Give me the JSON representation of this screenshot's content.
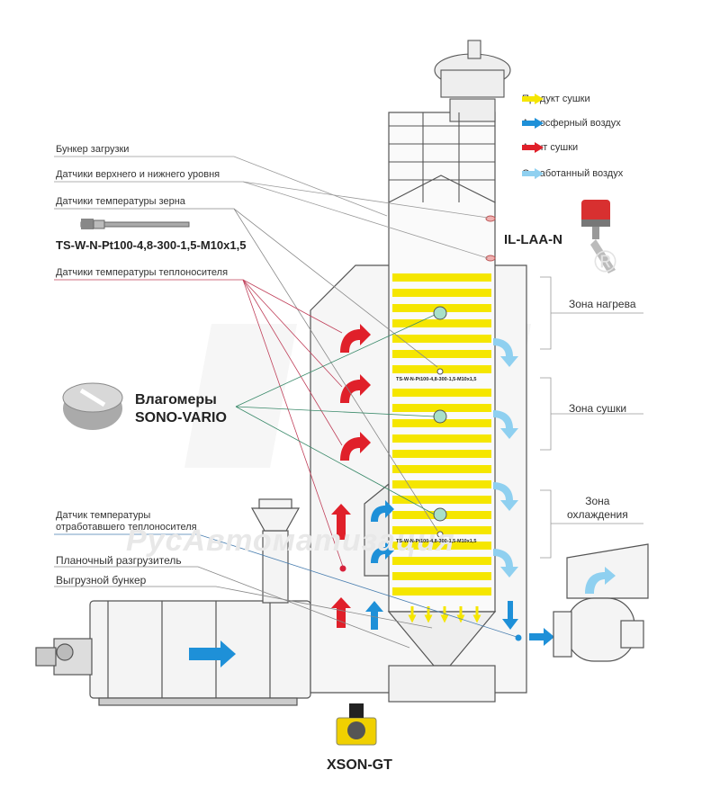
{
  "legend": [
    {
      "label": "Продукт сушки",
      "color": "#f5e600"
    },
    {
      "label": "Атмосферный воздух",
      "color": "#1e90d8"
    },
    {
      "label": "Агент сушки",
      "color": "#e0202a"
    },
    {
      "label": "Отработанный воздух",
      "color": "#8fd0f0"
    }
  ],
  "callouts": {
    "loading_bunker": "Бункер загрузки",
    "level_sensors": "Датчики верхнего и нижнего уровня",
    "grain_temp_sensors": "Датчики температуры зерна",
    "grain_temp_model": "TS-W-N-Pt100-4,8-300-1,5-M10x1,5",
    "coolant_temp_sensors": "Датчики температуры теплоносителя",
    "exhaust_temp_sensor": "Датчик температуры\nотработавшего теплоносителя",
    "plank_unloader": "Планочный разгрузитель",
    "unload_bunker": "Выгрузной бункер"
  },
  "products": {
    "level_switch": "IL-LAA-N",
    "moisture_meters_1": "Влагомеры",
    "moisture_meters_2": "SONO-VARIO",
    "vibrator": "XSON-GT"
  },
  "zones": {
    "heating": "Зона нагрева",
    "drying": "Зона сушки",
    "cooling": "Зона\nохлаждения"
  },
  "inline_tags": {
    "tag_1": "TS-W-N-Pt100-4,8-300-1,5-M10x1,5",
    "tag_2": "TS-W-N-Pt100-4,8-300-1,5-M10x1,5"
  },
  "watermark": "РусАвтоматизация",
  "registered_mark": "®"
}
